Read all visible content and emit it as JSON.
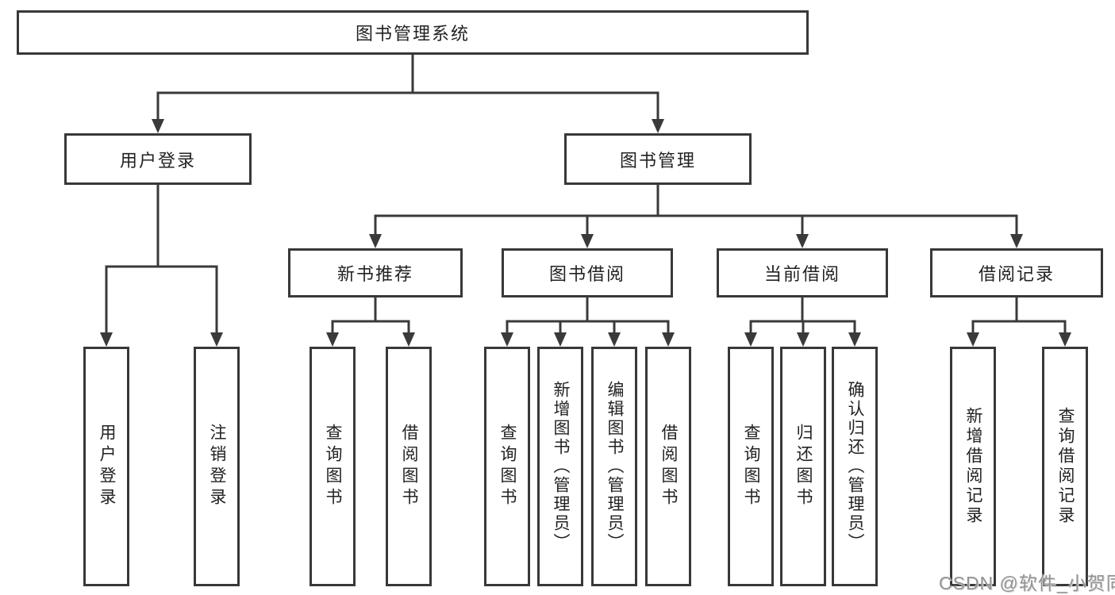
{
  "diagram": {
    "root": {
      "label": "图书管理系统"
    },
    "level2": {
      "user_login": {
        "label": "用户登录"
      },
      "book_mgmt": {
        "label": "图书管理"
      }
    },
    "level3": {
      "new_book": {
        "label": "新书推荐"
      },
      "book_borrow": {
        "label": "图书借阅"
      },
      "current_borrow": {
        "label": "当前借阅"
      },
      "borrow_records": {
        "label": "借阅记录"
      }
    },
    "leaves": {
      "user_login": {
        "label": "用户登录"
      },
      "logout": {
        "label": "注销登录"
      },
      "newbook_query": {
        "label": "查询图书"
      },
      "newbook_borrow": {
        "label": "借阅图书"
      },
      "borrow_query": {
        "label": "查询图书"
      },
      "borrow_add": {
        "label": "新增图书（管理员）"
      },
      "borrow_edit": {
        "label": "编辑图书（管理员）"
      },
      "borrow_borrow": {
        "label": "借阅图书"
      },
      "current_query": {
        "label": "查询图书"
      },
      "current_return": {
        "label": "归还图书"
      },
      "current_confirm": {
        "label": "确认归还（管理员）"
      },
      "records_add": {
        "label": "新增借阅记录"
      },
      "records_query": {
        "label": "查询借阅记录"
      }
    }
  },
  "watermark": {
    "text": "CSDN @软件_小贺同学"
  }
}
